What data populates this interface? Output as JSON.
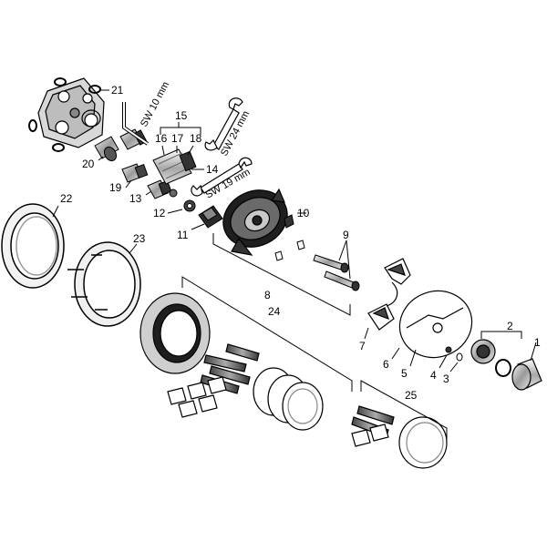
{
  "diagram": {
    "part_labels": {
      "p1": "1",
      "p2": "2",
      "p3": "3",
      "p4": "4",
      "p5": "5",
      "p6": "6",
      "p7": "7",
      "p8": "8",
      "p9": "9",
      "p10": "10",
      "p11": "11",
      "p12": "12",
      "p13": "13",
      "p14": "14",
      "p15": "15",
      "p16": "16",
      "p17": "17",
      "p18": "18",
      "p19": "19",
      "p20": "20",
      "p21": "21",
      "p22": "22",
      "p23": "23",
      "p24": "24",
      "p25": "25"
    },
    "tool_labels": {
      "sw10": "SW 10 mm",
      "sw24": "SW 24 mm",
      "sw19": "SW 19 mm"
    }
  }
}
